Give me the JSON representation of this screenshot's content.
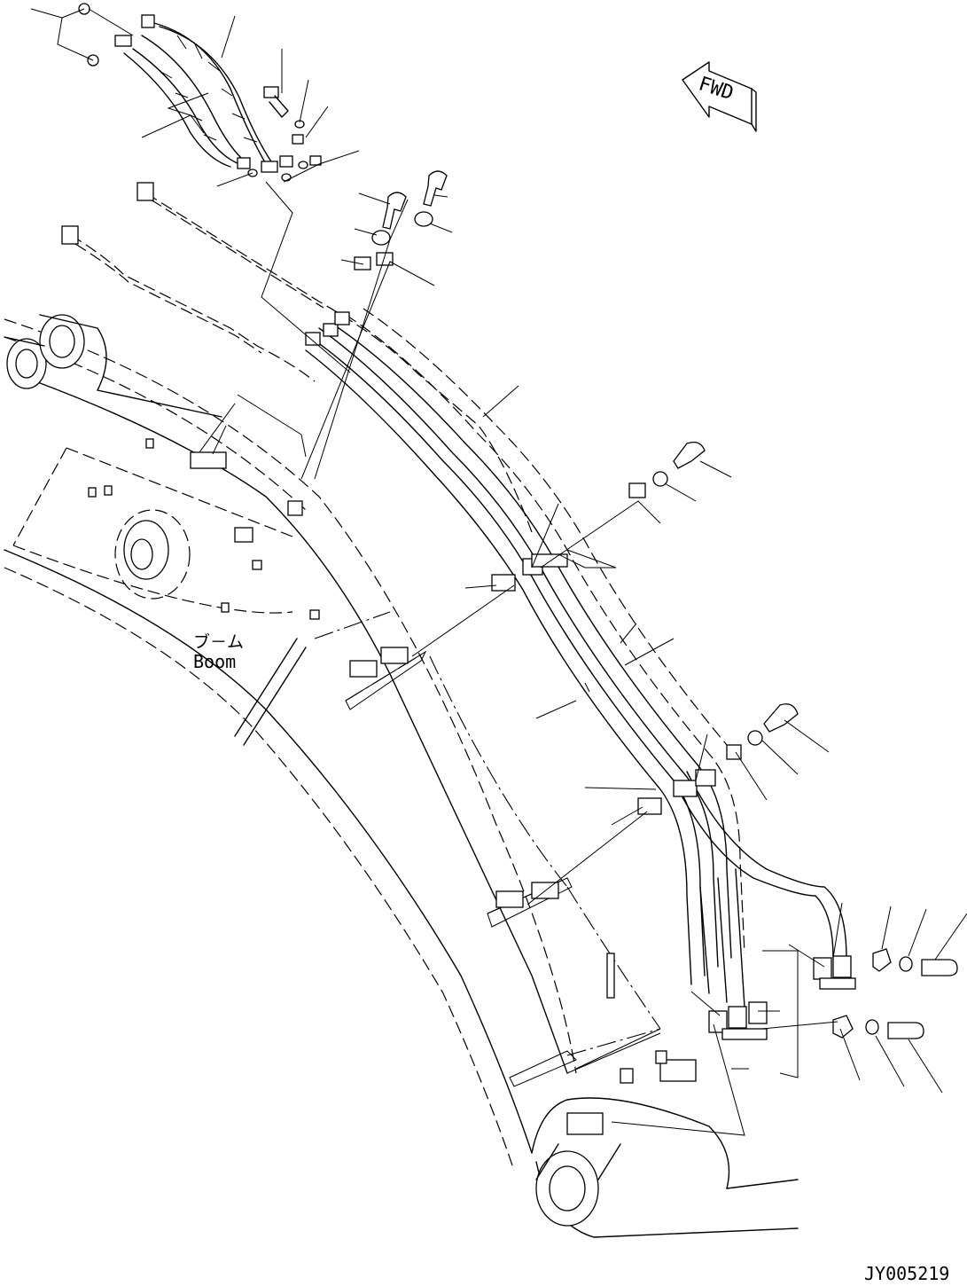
{
  "labels": {
    "boom_jp": "ブ－ム",
    "boom_en": "Boom",
    "fwd": "FWD",
    "drawing_no": "JY005219"
  },
  "icons": {
    "forward_arrow": "fwd-arrow-icon",
    "o_ring": "o-ring-icon",
    "bolt": "bolt-icon",
    "washer": "washer-icon",
    "clamp": "clamp-icon",
    "fitting": "hose-fitting-icon"
  }
}
